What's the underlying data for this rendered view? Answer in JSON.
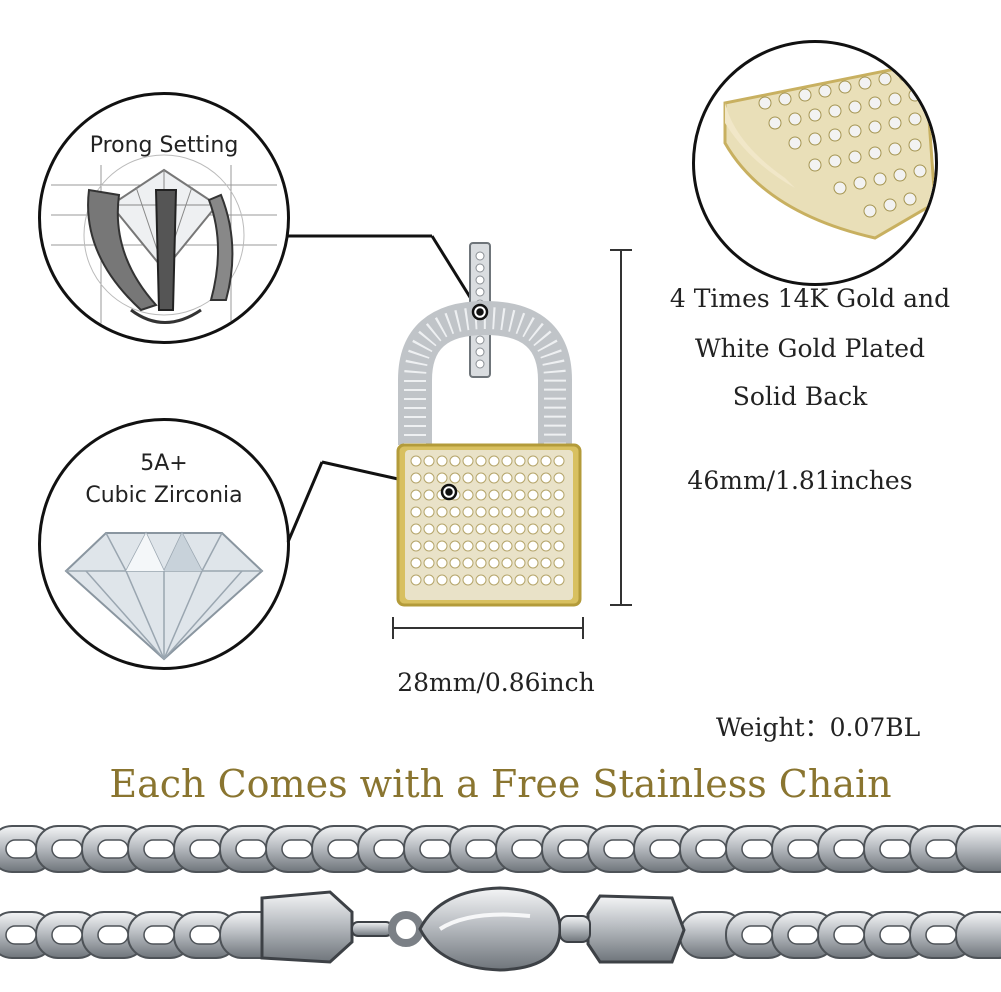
{
  "callouts": {
    "prong_setting": "Prong Setting",
    "cz_grade": "5A+",
    "cz_name": "Cubic Zirconia"
  },
  "specs": {
    "plating_line1": "4 Times 14K Gold and",
    "plating_line2": "White Gold Plated",
    "plating_line3": "Solid Back",
    "height": "46mm/1.81inches",
    "width": "28mm/0.86inch",
    "weight": "Weight：0.07BL"
  },
  "headline": "Each Comes with a Free Stainless Chain",
  "colors": {
    "headline": "#8a7530",
    "gold": "#d8c060",
    "silver": "#c0c4c8"
  },
  "icons": [
    "padlock-pendant",
    "diamond-gem",
    "chain-necklace",
    "lobster-clasp"
  ]
}
